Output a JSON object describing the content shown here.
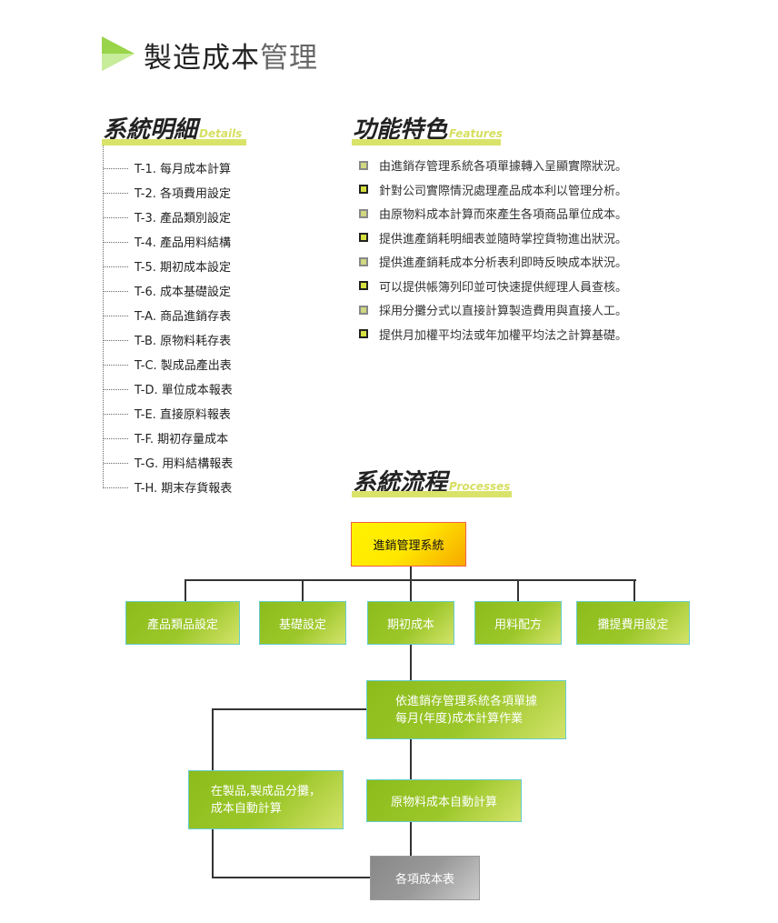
{
  "page_title": {
    "dark": "製造成本",
    "light": "管理"
  },
  "details": {
    "title": "系統明細",
    "subtitle": "Details",
    "items": [
      "T-1. 每月成本計算",
      "T-2. 各項費用設定",
      "T-3. 產品類別設定",
      "T-4. 產品用料結構",
      "T-5. 期初成本設定",
      "T-6. 成本基礎設定",
      "T-A. 商品進銷存表",
      "T-B. 原物料耗存表",
      "T-C. 製成品產出表",
      "T-D. 單位成本報表",
      "T-E. 直接原料報表",
      "T-F. 期初存量成本",
      "T-G. 用料結構報表",
      "T-H. 期末存貨報表"
    ]
  },
  "features": {
    "title": "功能特色",
    "subtitle": "Features",
    "items": [
      "由進銷存管理系統各項單據轉入呈顯實際狀況。",
      "針對公司實際情況處理產品成本利以管理分析。",
      "由原物料成本計算而來產生各項商品單位成本。",
      "提供進產銷耗明細表並隨時掌控貨物進出狀況。",
      "提供進產銷耗成本分析表利即時反映成本狀況。",
      "可以提供帳簿列印並可快速提供經理人員查核。",
      "採用分攤分式以直接計算製造費用與直接人工。",
      "提供月加權平均法或年加權平均法之計算基礎。"
    ]
  },
  "processes": {
    "title": "系統流程",
    "subtitle": "Processes",
    "root": "進銷管理系統",
    "children": [
      "產品類品設定",
      "基礎設定",
      "期初成本",
      "用料配方",
      "攤提費用設定"
    ],
    "monthly": [
      "依進銷存管理系統各項單據",
      "每月(年度)成本計算作業"
    ],
    "wip": [
      "在製品,製成品分攤，",
      "成本自動計算"
    ],
    "raw": "原物料成本自動計算",
    "report": "各項成本表"
  },
  "colors": {
    "accent": "#d9e36a",
    "box_green": "#8cbc1c",
    "root_yellow": "#ffee00"
  }
}
